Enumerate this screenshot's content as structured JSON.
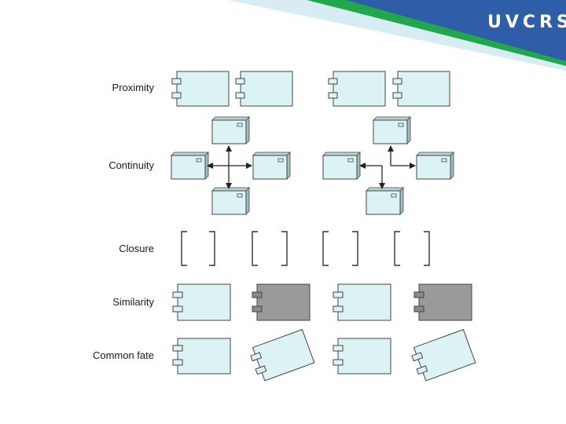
{
  "header": {
    "logo_text": "UVCRS",
    "colors": {
      "band_blue": "#2f5ea8",
      "band_green": "#21a84a",
      "band_light": "#d7ecf3"
    }
  },
  "rows": [
    {
      "label": "Proximity"
    },
    {
      "label": "Continuity"
    },
    {
      "label": "Closure"
    },
    {
      "label": "Similarity"
    },
    {
      "label": "Common fate"
    }
  ],
  "colors": {
    "component_fill": "#dbf3f4",
    "component_dark": "#9a9a9a",
    "stroke": "#444444"
  }
}
